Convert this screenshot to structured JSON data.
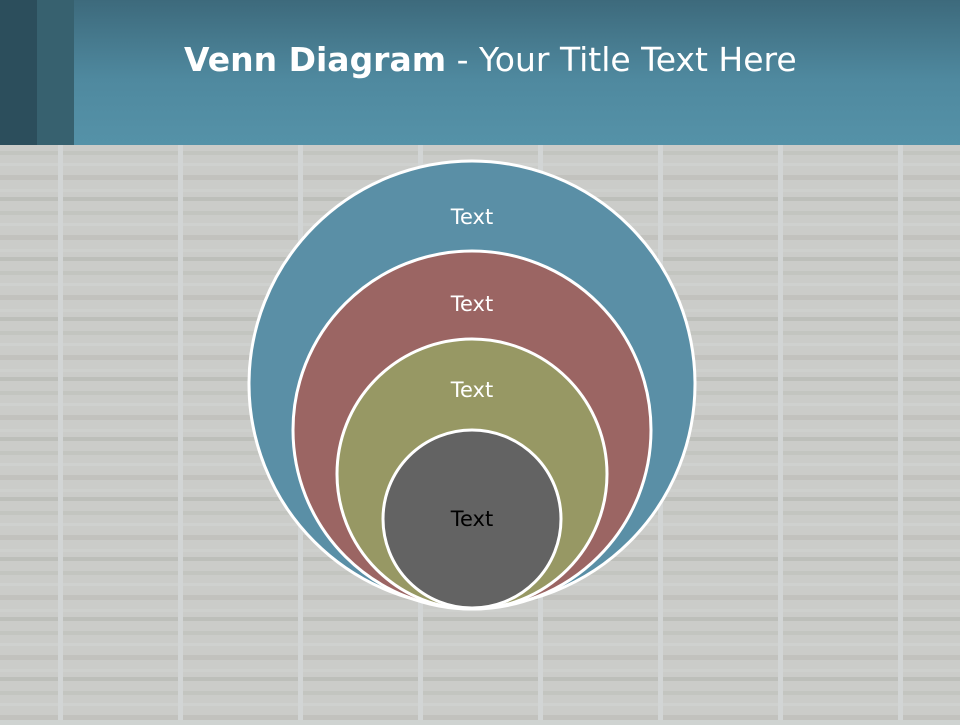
{
  "slide": {
    "title_bold": "Venn Diagram",
    "title_rest": " - Your Title Text Here"
  },
  "diagram": {
    "circles": [
      {
        "label": "Text",
        "color": "#5a8fa6"
      },
      {
        "label": "Text",
        "color": "#9b6563"
      },
      {
        "label": "Text",
        "color": "#979864"
      },
      {
        "label": "Text",
        "color": "#636363"
      }
    ]
  },
  "colors": {
    "header": "#4f899f",
    "label_light": "#ffffff",
    "label_dark": "#000000"
  }
}
